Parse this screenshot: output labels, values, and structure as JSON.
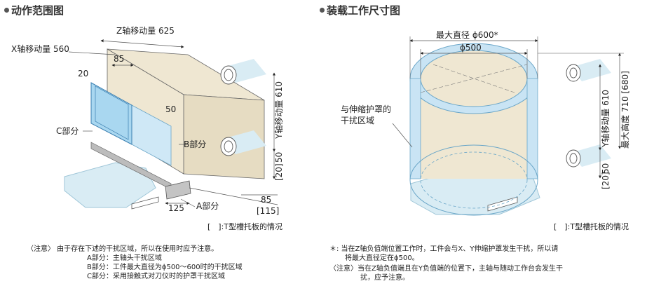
{
  "left": {
    "title": "动作范围图",
    "z_travel": "Z轴移动量 625",
    "x_travel": "X轴移动量 560",
    "y_travel": "Y轴移动量 610",
    "dim_85_top": "85",
    "dim_20": "20",
    "dim_50_mid": "50",
    "dim_50_vert": "50",
    "dim_20_bracket": "[20]",
    "dim_85_bottom": "85",
    "dim_115_bracket": "[115]",
    "dim_125": "125",
    "label_c": "C部分",
    "label_b": "B部分",
    "label_a": "A部分",
    "bracket_note": "[　]:T型槽托板的情况"
  },
  "right": {
    "title": "装载工作尺寸图",
    "max_diameter": "最大直径 ϕ600*",
    "diameter_500": "ϕ500",
    "interference_line1": "与伸缩护罩的",
    "interference_line2": "干扰区域",
    "y_travel": "Y轴移动量 610",
    "max_height": "最大高度 710 [680]",
    "dim_50": "50",
    "dim_20_bracket": "[20]",
    "bracket_note": "[　]:T型槽托板的情况"
  },
  "notes_left": {
    "head": "〈注意〉 由于存在下述的干扰区域，所以在使用时应予注意。",
    "a": "A部分：主轴头干扰区域",
    "b": "B部分：工件最大直径为ϕ500～600时的干扰区域",
    "c": "C部分：采用接触式对刀仪时的护罩干扰区域"
  },
  "notes_right": {
    "star1": "＊: 当在Z轴负值端位置工作时，工件会与X、Y伸缩护罩发生干扰，所以请",
    "star2": "将最大直径定在ϕ500。",
    "caution1": "〈注意〉当在Z轴负值端且在Y负值端的位置下，主轴与随动工作台会发生干",
    "caution2": "扰，应予注意。"
  },
  "colors": {
    "box_fill": "#efe7d2",
    "blue_face": "#a9d7f0",
    "blue_side": "#cfe8f6",
    "ring": "#c9e4f4",
    "pallet": "#d9ecf4",
    "a_part": "#c4c4c4"
  }
}
